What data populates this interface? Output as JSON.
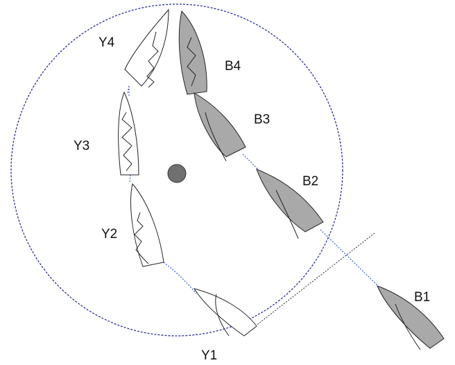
{
  "diagram": {
    "labels": {
      "y1": "Y1",
      "y2": "Y2",
      "y3": "Y3",
      "y4": "Y4",
      "b1": "B1",
      "b2": "B2",
      "b3": "B3",
      "b4": "B4"
    },
    "colors": {
      "zone_circle": "#2b2e9a",
      "track_line": "#3a5bd1",
      "mark": "#707070",
      "yellow_boat_fill": "#ffffff",
      "blue_boat_fill": "#a9a9a9",
      "outline": "#222222"
    }
  }
}
